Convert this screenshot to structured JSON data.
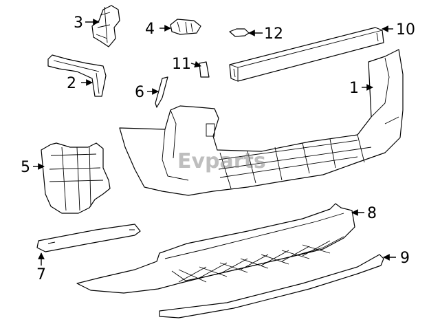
{
  "watermark": "Evparts",
  "callouts": {
    "c1": "1",
    "c2": "2",
    "c3": "3",
    "c4": "4",
    "c5": "5",
    "c6": "6",
    "c7": "7",
    "c8": "8",
    "c9": "9",
    "c10": "10",
    "c11": "11",
    "c12": "12"
  }
}
